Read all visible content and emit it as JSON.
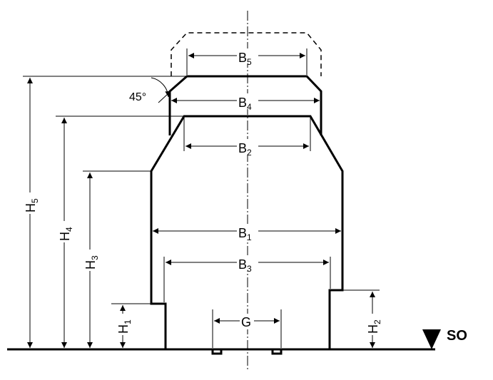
{
  "labels": {
    "b1": {
      "main": "B",
      "sub": "1"
    },
    "b2": {
      "main": "B",
      "sub": "2"
    },
    "b3": {
      "main": "B",
      "sub": "3"
    },
    "b4": {
      "main": "B",
      "sub": "4"
    },
    "b5": {
      "main": "B",
      "sub": "5"
    },
    "g": "G",
    "h1": {
      "main": "H",
      "sub": "1"
    },
    "h2": {
      "main": "H",
      "sub": "2"
    },
    "h3": {
      "main": "H",
      "sub": "3"
    },
    "h4": {
      "main": "H",
      "sub": "4"
    },
    "h5": {
      "main": "H",
      "sub": "5"
    },
    "angle": "45°",
    "reference": "SO"
  },
  "colors": {
    "stroke": "#000000",
    "background": "#ffffff"
  }
}
